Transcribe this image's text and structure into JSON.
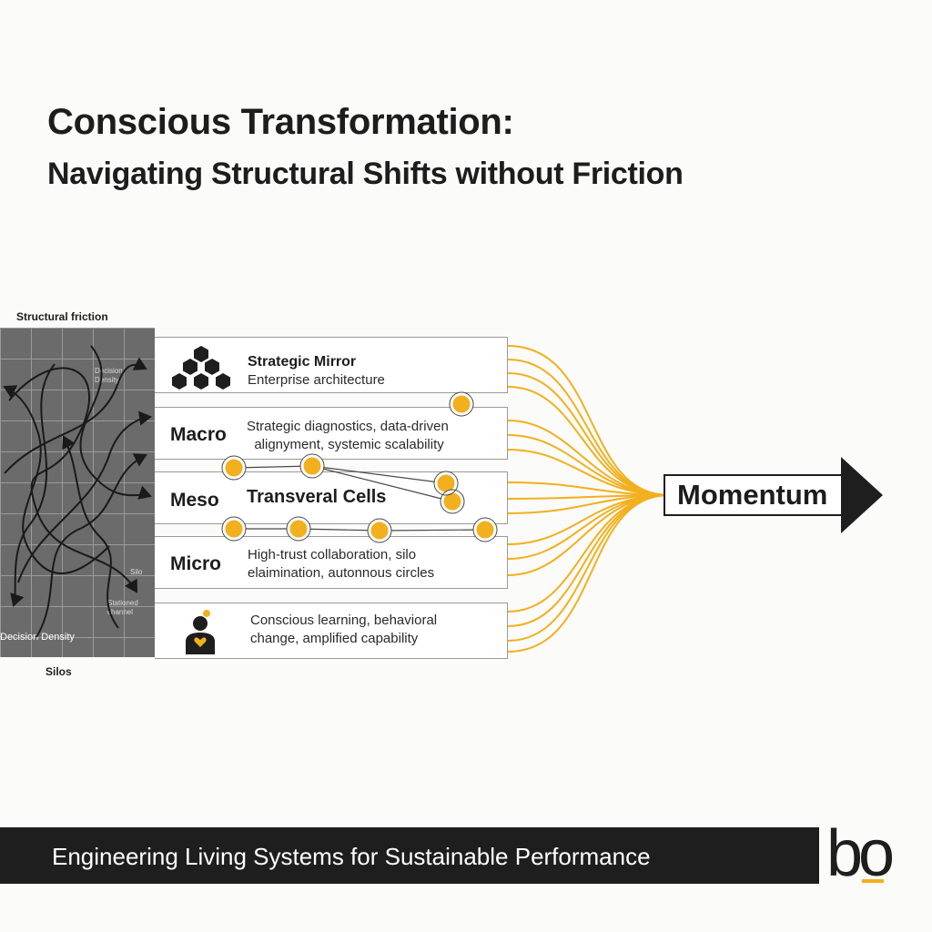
{
  "header": {
    "title": "Conscious Transformation:",
    "subtitle": "Navigating Structural Shifts without Friction"
  },
  "left_panel": {
    "top_label": "Structural friction",
    "grid_note_top": "Decision\nDensity",
    "grid_note_mid": "Silo",
    "grid_note_low": "Stationed\nchannel",
    "density_label": "Decision Density",
    "bottom_label": "Silos"
  },
  "rows": [
    {
      "level": "",
      "title": "Strategic Mirror",
      "text": "Enterprise architecture",
      "icon": "hexagon-architecture-icon"
    },
    {
      "level": "Macro",
      "title": "",
      "text": "Strategic diagnostics, data-driven\n  alignyment, systemic scalability",
      "icon": ""
    },
    {
      "level": "Meso",
      "title": "Transveral Cells",
      "text": "",
      "icon": ""
    },
    {
      "level": "Micro",
      "title": "",
      "text": "High-trust collaboration, silo\nelaimination, autonnous circles",
      "icon": ""
    },
    {
      "level": "",
      "title": "",
      "text": "Conscious learning, behavioral\nchange, amplified capability",
      "icon": "person-heart-icon"
    }
  ],
  "momentum": {
    "label": "Momentum"
  },
  "footer": {
    "tagline": "Engineering Living Systems for Sustainable Performance"
  },
  "logo": {
    "text": "bo"
  },
  "colors": {
    "accent": "#f2b01e",
    "dark": "#1e1e1e",
    "grid": "#6b6b6b"
  }
}
